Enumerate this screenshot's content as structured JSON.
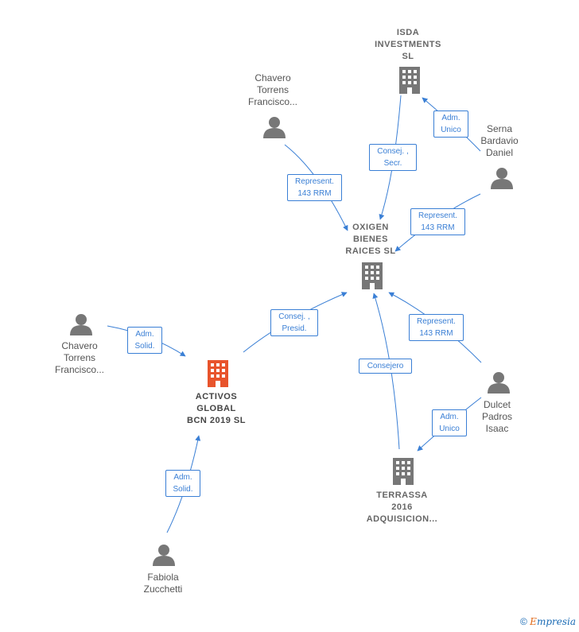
{
  "nodes": {
    "isda": {
      "label": "ISDA\nINVESTMENTS\nSL",
      "kind": "company"
    },
    "oxigen": {
      "label": "OXIGEN\nBIENES\nRAICES SL",
      "kind": "company"
    },
    "activos": {
      "label": "ACTIVOS\nGLOBAL\nBCN 2019 SL",
      "kind": "company-main"
    },
    "terrassa": {
      "label": "TERRASSA\n2016\nADQUISICION...",
      "kind": "company"
    },
    "chavero_top": {
      "label": "Chavero\nTorrens\nFrancisco...",
      "kind": "person"
    },
    "serna": {
      "label": "Serna\nBardavio\nDaniel",
      "kind": "person"
    },
    "chavero_left": {
      "label": "Chavero\nTorrens\nFrancisco...",
      "kind": "person"
    },
    "dulcet": {
      "label": "Dulcet\nPadros\nIsaac",
      "kind": "person"
    },
    "fabiola": {
      "label": "Fabiola\nZucchetti",
      "kind": "person"
    }
  },
  "edges": {
    "e1": {
      "label": "Consej. ,\nSecr."
    },
    "e2": {
      "label": "Adm.\nUnico"
    },
    "e3": {
      "label": "Represent.\n143 RRM"
    },
    "e4": {
      "label": "Represent.\n143 RRM"
    },
    "e5": {
      "label": "Consej. ,\nPresid."
    },
    "e6": {
      "label": "Adm.\nSolid."
    },
    "e7": {
      "label": "Represent.\n143 RRM"
    },
    "e8": {
      "label": "Consejero"
    },
    "e9": {
      "label": "Adm.\nUnico"
    },
    "e10": {
      "label": "Adm.\nSolid."
    }
  },
  "colors": {
    "edge": "#3a7fd5",
    "icon": "#777777",
    "main_icon": "#e8542c"
  },
  "icons": {
    "company": "building-icon",
    "person": "person-icon"
  },
  "footer": {
    "copyright": "©",
    "brand_first": "E",
    "brand_rest": "mpresia"
  }
}
